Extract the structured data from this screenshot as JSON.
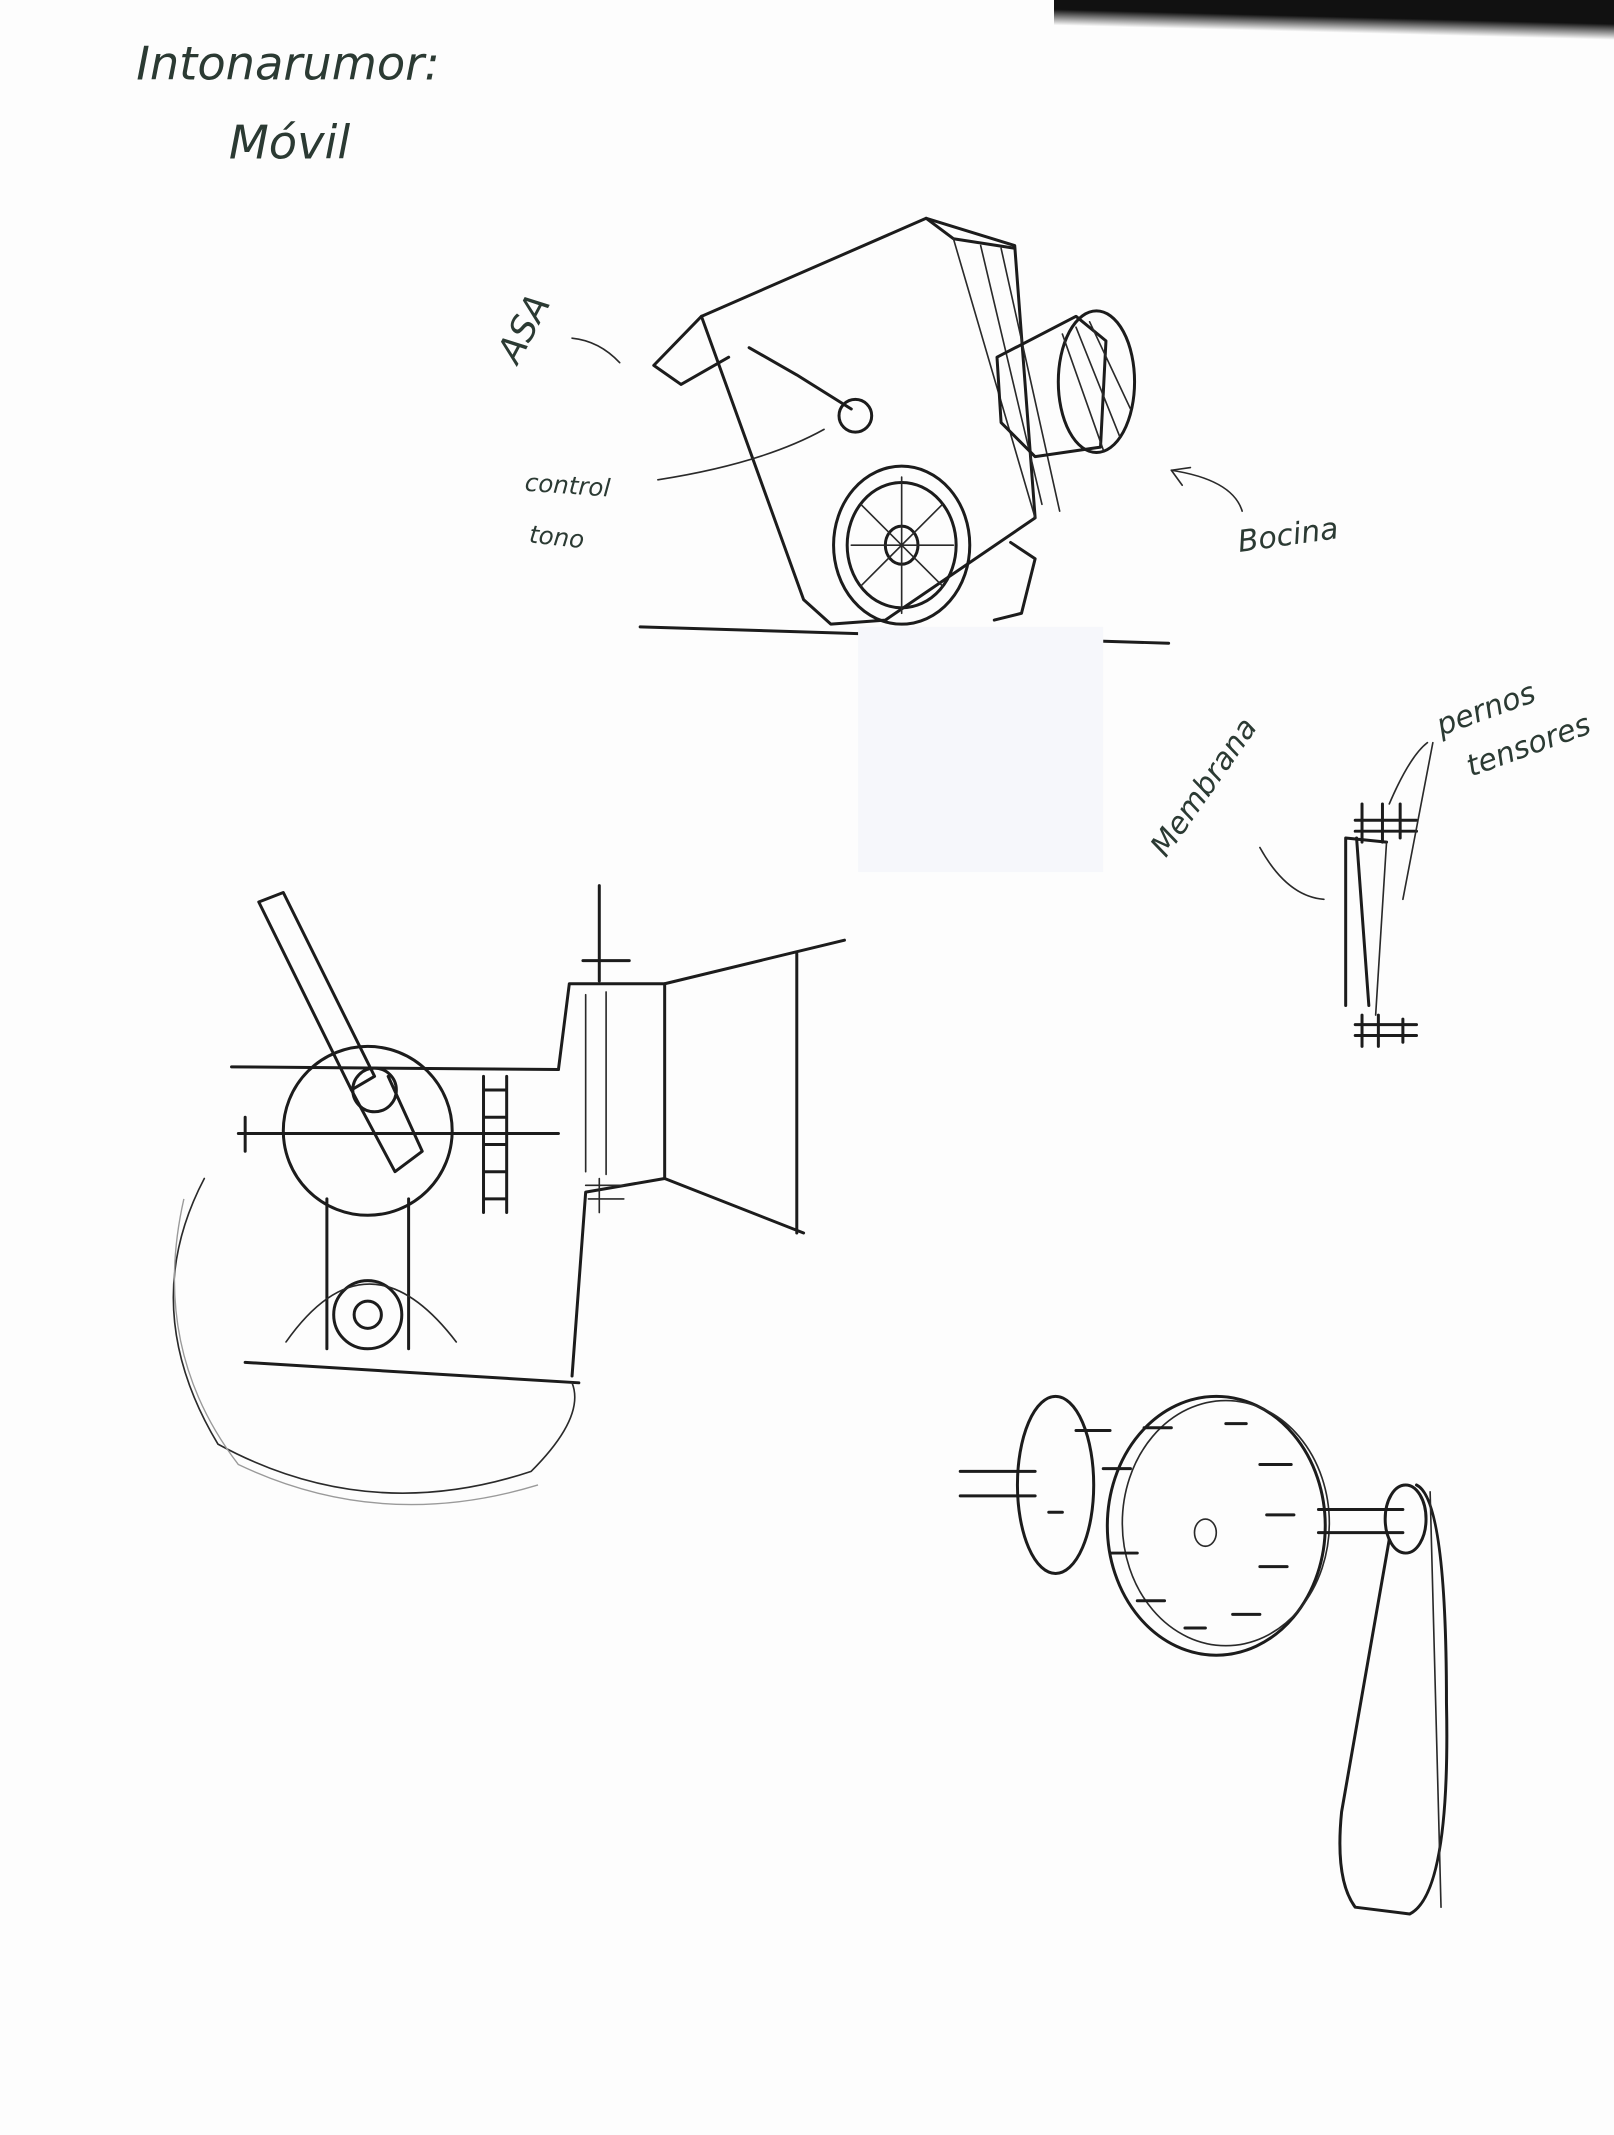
{
  "title": {
    "line1": "Intonarumor:",
    "line2": "Móvil"
  },
  "labels": {
    "handle": "ASA",
    "tone_control_1": "control",
    "tone_control_2": "tono",
    "horn": "Bocina",
    "membrane": "Membrana",
    "bolts_1": "pernos",
    "bolts_2": "tensores"
  }
}
